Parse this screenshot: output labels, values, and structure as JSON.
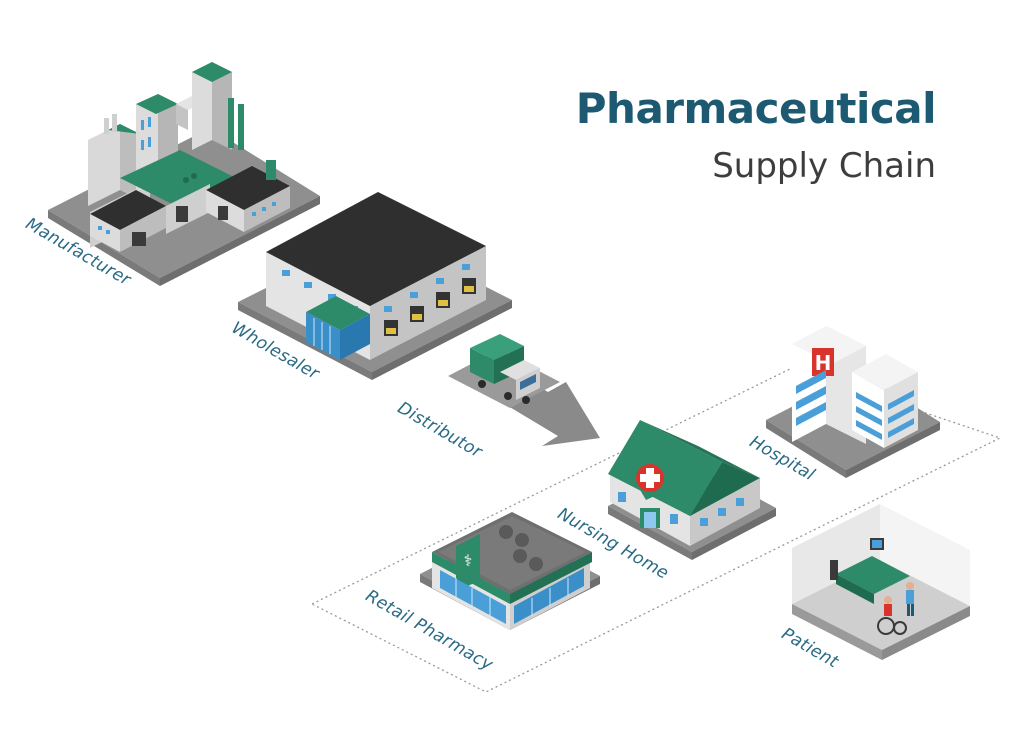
{
  "title": {
    "main": "Pharmaceutical",
    "sub": "Supply Chain"
  },
  "stages": [
    {
      "label": "Manufacturer",
      "icon": "factory-icon"
    },
    {
      "label": "Wholesaler",
      "icon": "warehouse-icon"
    },
    {
      "label": "Distributor",
      "icon": "truck-icon"
    },
    {
      "label": "Nursing Home",
      "icon": "nursing-home-icon"
    },
    {
      "label": "Hospital",
      "icon": "hospital-icon"
    },
    {
      "label": "Retail Pharmacy",
      "icon": "pharmacy-icon"
    },
    {
      "label": "Patient",
      "icon": "patient-room-icon"
    }
  ],
  "colors": {
    "title": "#1d5a72",
    "subtitle": "#3d3d3d",
    "label": "#2a6a84",
    "brand_green": "#2e8b6a",
    "roof_dark": "#2f2f2f",
    "ground": "#8d8d8d",
    "wall_light": "#e4e4e4",
    "glass_blue": "#4a9fd8",
    "cross_red": "#d9342b"
  }
}
